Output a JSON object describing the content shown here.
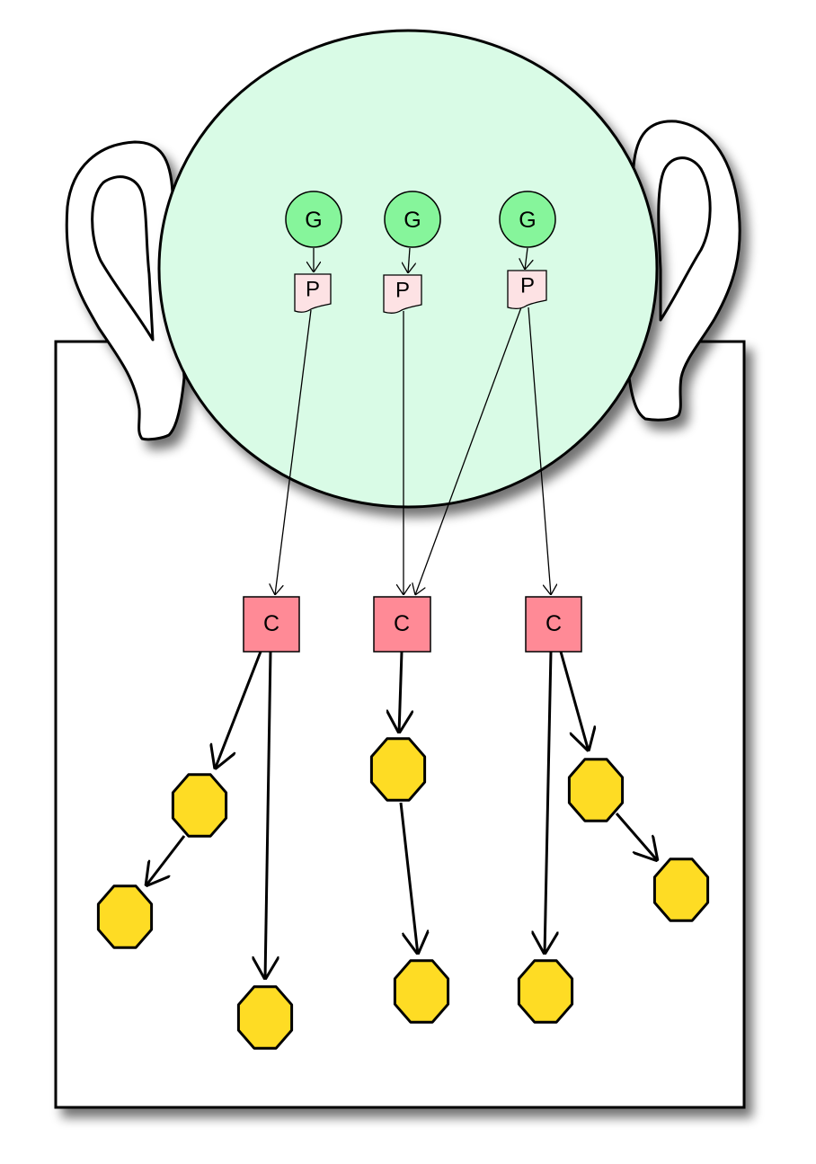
{
  "labels": {
    "g": "G",
    "p": "P",
    "c": "C"
  },
  "colors": {
    "globe_fill": "#d9fbe6",
    "g_fill": "#86f59b",
    "p_fill": "#fde2e4",
    "c_fill": "#ff8a96",
    "hexagon_fill": "#fedc24",
    "box_fill": "#ffffff",
    "stroke": "#000000"
  }
}
